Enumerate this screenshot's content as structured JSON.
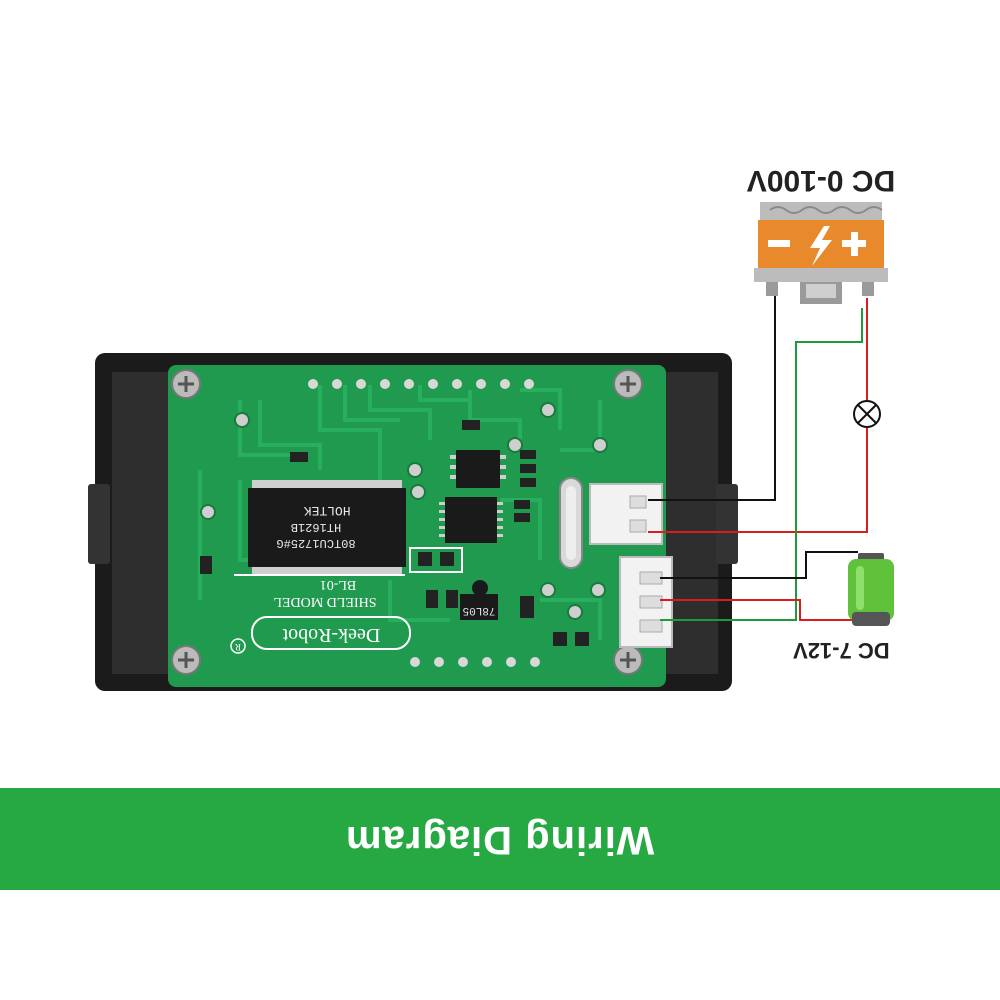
{
  "banner": {
    "title": "Wiring Diagram"
  },
  "source_label": "DC 0-100V",
  "power_label": "DC 7-12V",
  "board": {
    "brand": "Deek-Robot",
    "registered_mark": "R",
    "model_title": "SHIELD MODEL",
    "model_code": "BL-01",
    "chip_brand": "HOLTEK",
    "chip_part": "HT1621B",
    "chip_lot": "80TCU1725#G",
    "regulator": "78L05"
  },
  "colors": {
    "pcb": "#1f9a4e",
    "case": "#1b1b1b",
    "banner": "#26a843",
    "battery": "#e8892b",
    "wire_red": "#d91c1c",
    "wire_green": "#1f9a3a",
    "wire_black": "#111111"
  },
  "icons": [
    "battery-icon",
    "lightning-icon",
    "lamp-icon",
    "cell-battery-icon",
    "screw-icon"
  ]
}
